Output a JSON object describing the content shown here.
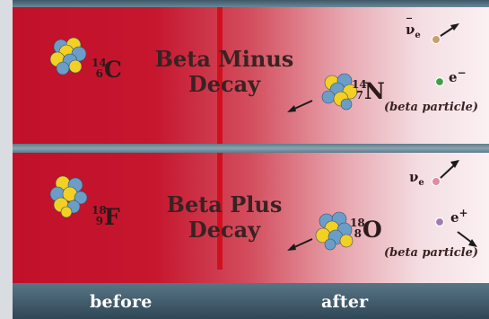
{
  "top": {
    "title_line1": "Beta Minus",
    "title_line2": "Decay",
    "parent": {
      "mass": "14",
      "atomic": "6",
      "symbol": "C"
    },
    "daughter": {
      "mass": "14",
      "atomic": "7",
      "symbol": "N"
    },
    "neutrino": {
      "base": "ν",
      "sub": "e",
      "antiparticle": true
    },
    "electron": {
      "base": "e",
      "sup": "−"
    },
    "note": "(beta particle)"
  },
  "bottom": {
    "title_line1": "Beta Plus",
    "title_line2": "Decay",
    "parent": {
      "mass": "18",
      "atomic": "9",
      "symbol": "F"
    },
    "daughter": {
      "mass": "18",
      "atomic": "8",
      "symbol": "O"
    },
    "neutrino": {
      "base": "ν",
      "sub": "e",
      "antiparticle": false
    },
    "positron": {
      "base": "e",
      "sup": "+"
    },
    "note": "(beta particle)"
  },
  "axis": {
    "before": "before",
    "after": "after"
  },
  "colors": {
    "panel_red": "#c2102a",
    "bar_slate": "#3e5868",
    "proton_yellow": "#f2d024",
    "neutron_blue": "#6a9ec9",
    "divider_red": "#d0101f"
  }
}
